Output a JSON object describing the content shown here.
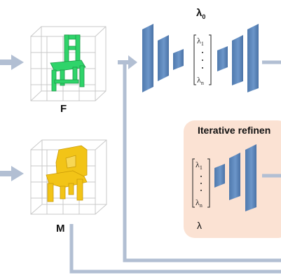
{
  "labels": {
    "f": "F",
    "m": "M",
    "lambda0_base": "λ",
    "lambda0_sub": "0",
    "lambda": "λ",
    "iterative": "Iterative refinen"
  },
  "vectors": {
    "top": {
      "first_base": "λ",
      "first_sub": "1",
      "last_base": "λ",
      "last_sub": "n"
    },
    "bottom": {
      "first_base": "λ",
      "first_sub": "1",
      "last_base": "λ",
      "last_sub": "n"
    }
  },
  "colors": {
    "arrow": "#b2bfd3",
    "network_layer": "#5c86bb",
    "network_layer_dark": "#3e6596",
    "voxel_green": "#2fd46a",
    "voxel_yellow": "#f2c417",
    "refinement_box": "#fbe2d3",
    "cube_grid": "#c9c9c9"
  }
}
